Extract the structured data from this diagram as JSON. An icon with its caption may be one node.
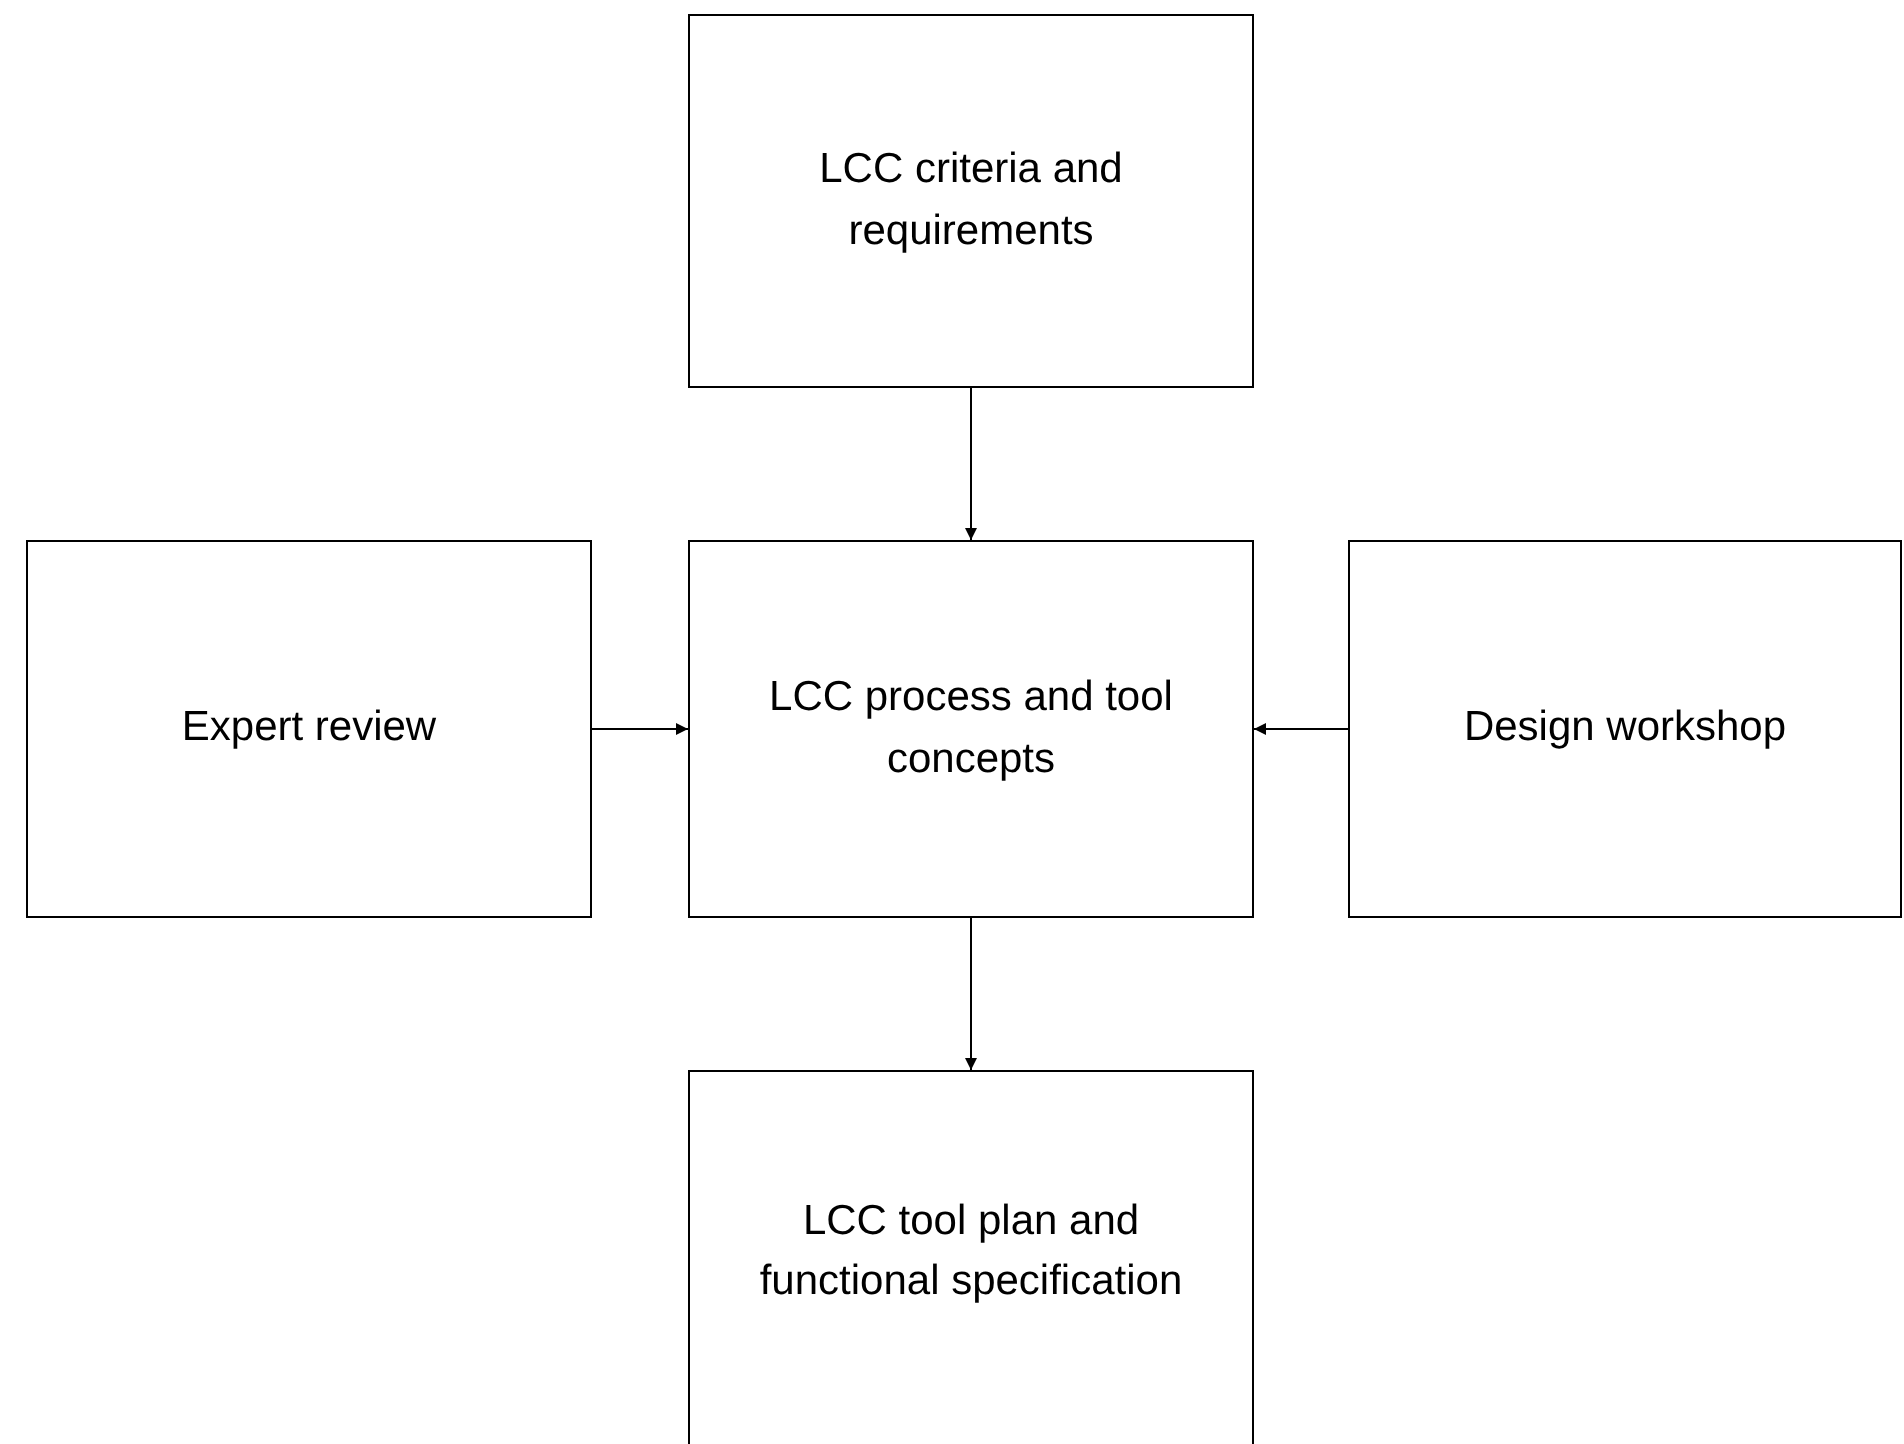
{
  "diagram": {
    "nodes": [
      {
        "text": [
          "LCC criteria and requirements"
        ]
      },
      {
        "text": [
          "Expert review"
        ]
      },
      {
        "text": [
          "LCC process and tool concepts"
        ]
      },
      {
        "text": [
          "Design workshop"
        ]
      },
      {
        "text": [
          "LCC tool plan and functional specification"
        ]
      }
    ],
    "edges": [
      {
        "from": 0,
        "to": 2,
        "arrow": "to"
      },
      {
        "from": 1,
        "to": 2,
        "arrow": "to"
      },
      {
        "from": 3,
        "to": 2,
        "arrow": "to"
      },
      {
        "from": 2,
        "to": 4,
        "arrow": "to"
      }
    ]
  }
}
